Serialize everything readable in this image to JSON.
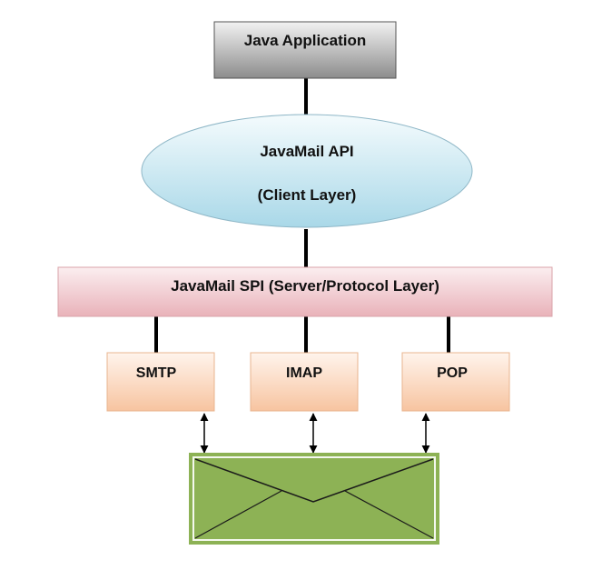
{
  "nodes": {
    "application": {
      "label": "Java Application"
    },
    "api": {
      "line1": "JavaMail API",
      "line2": "(Client Layer)"
    },
    "spi": {
      "label": "JavaMail SPI (Server/Protocol Layer)"
    },
    "protocols": [
      {
        "label": "SMTP"
      },
      {
        "label": "IMAP"
      },
      {
        "label": "POP"
      }
    ]
  },
  "icons": {
    "mail": "envelope-icon"
  },
  "colors": {
    "application_top": "#f2f2f2",
    "application_bottom": "#8c8c8c",
    "api_top": "#f4fbfd",
    "api_bottom": "#a9d8e8",
    "spi_top": "#fbeef0",
    "spi_bottom": "#e9b2b9",
    "protocol_top": "#fff4ec",
    "protocol_bottom": "#f7c4a0",
    "envelope_fill": "#8db255",
    "connector": "#000000"
  }
}
